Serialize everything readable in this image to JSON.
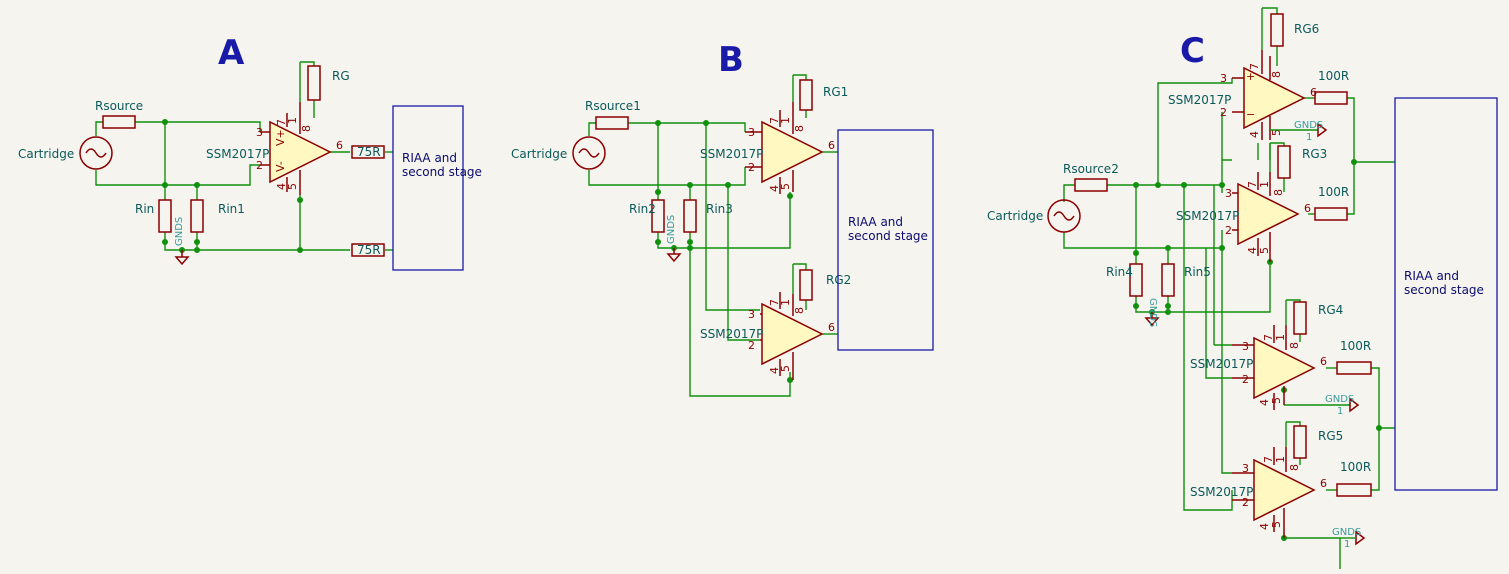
{
  "sections": {
    "a": "A",
    "b": "B",
    "c": "C"
  },
  "labels": {
    "rsource": "Rsource",
    "rsource1": "Rsource1",
    "rsource2": "Rsource2",
    "cartridge": "Cartridge",
    "rin": "Rin",
    "rin1": "Rin1",
    "rin2": "Rin2",
    "rin3": "Rin3",
    "rin4": "Rin4",
    "rin5": "Rin5",
    "rg": "RG",
    "rg1": "RG1",
    "rg2": "RG2",
    "rg3": "RG3",
    "rg4": "RG4",
    "rg5": "RG5",
    "rg6": "RG6",
    "opamp": "SSM2017P",
    "r75": "75R",
    "r100": "100R",
    "gnd": "GND",
    "gnds": "GNDS",
    "one": "1",
    "riaa_line1": "RIAA and",
    "riaa_line2": "second stage"
  },
  "pins": {
    "p1": "1",
    "p2": "2",
    "p3": "3",
    "p4": "4",
    "p5": "5",
    "p6": "6",
    "p7": "7",
    "p8": "8",
    "vplus": "V+",
    "vminus": "V-",
    "plus": "+",
    "minus": "−"
  },
  "colors": {
    "background": "#f5f4ef",
    "wire": "#10900c",
    "component": "#8b0000",
    "component_fill": "#fff8c0",
    "label": "#0b5a5a",
    "section_title": "#1a1aa8",
    "power_label": "#3a9a9a"
  }
}
